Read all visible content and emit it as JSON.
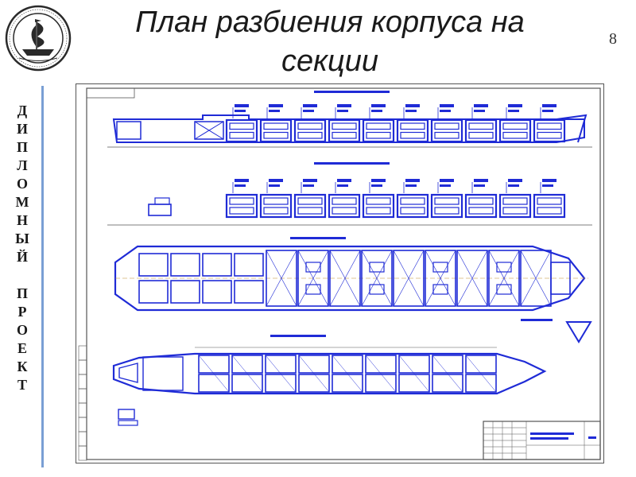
{
  "slide": {
    "title_line1": "План разбиения корпуса на",
    "title_line2": "секции",
    "page_number": "8",
    "vertical_caption": [
      "Д",
      "И",
      "П",
      "Л",
      "О",
      "М",
      "Н",
      "Ы",
      "Й",
      "",
      "П",
      "Р",
      "О",
      "Е",
      "К",
      "Т"
    ]
  },
  "colors": {
    "drawing_blue": "#1f2bd6",
    "frame_gray": "#555555",
    "logo_dark": "#2a2a2a",
    "divider_blue": "#7a9fd4"
  },
  "icons": {
    "logo": "ship-emblem-icon"
  }
}
